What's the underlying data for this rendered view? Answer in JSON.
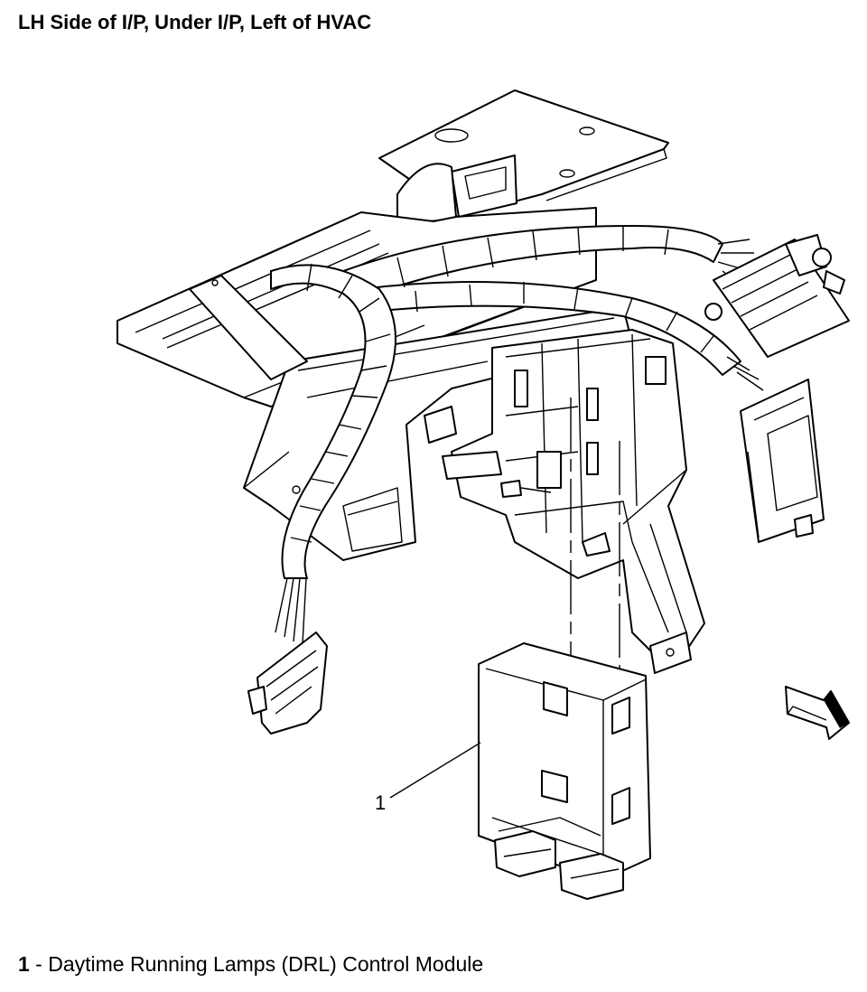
{
  "title": "LH Side of I/P, Under I/P, Left of HVAC",
  "callout": {
    "number": "1"
  },
  "legend": {
    "number": "1",
    "separator": " - ",
    "text": "Daytime Running Lamps (DRL) Control Module"
  },
  "icons": [
    "front-of-vehicle-arrow-icon"
  ]
}
